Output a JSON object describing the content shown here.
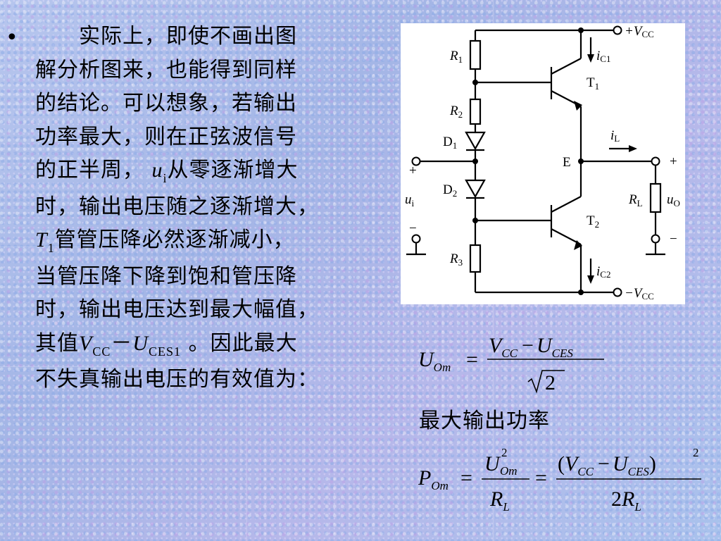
{
  "paragraph": {
    "bullet": "•",
    "lines": [
      "实际上，即使不画出图",
      "解分析图来，也能得到同样",
      "的结论。可以想象，若输出",
      "功率最大，则在正弦波信号"
    ],
    "line5_pre": "的正半周，",
    "line5_var": "u",
    "line5_sub": "i",
    "line5_post": "从零逐渐增大",
    "line6": "时，输出电压随之逐渐增大，",
    "line7_var": "T",
    "line7_sub": "1",
    "line7_post": "管管压降必然逐渐减小，",
    "line8": "当管压降下降到饱和管压降",
    "line9": "时，输出电压达到最大幅值，",
    "line10_pre": "其值",
    "line10_v": "V",
    "line10_vsub": "CC",
    "line10_minus": "－",
    "line10_u": "U",
    "line10_usub": "CES1",
    "line10_post": " 。因此最大",
    "line11": "不失真输出电压的有效值为："
  },
  "circuit": {
    "vcc_pos": "+V",
    "vcc_pos_sub": "CC",
    "vcc_neg": "−V",
    "vcc_neg_sub": "CC",
    "ic1": "i",
    "ic1_sub": "C1",
    "ic2": "i",
    "ic2_sub": "C2",
    "t1": "T",
    "t1_sub": "1",
    "t2": "T",
    "t2_sub": "2",
    "r1": "R",
    "r1_sub": "1",
    "r2": "R",
    "r2_sub": "2",
    "r3": "R",
    "r3_sub": "3",
    "d1": "D",
    "d1_sub": "1",
    "d2": "D",
    "d2_sub": "2",
    "e": "E",
    "il": "i",
    "il_sub": "L",
    "rl": "R",
    "rl_sub": "L",
    "uo": "u",
    "uo_sub": "O",
    "ui": "u",
    "ui_sub": "i",
    "plus": "+",
    "minus": "−",
    "in_minus": "−"
  },
  "formula1": {
    "lhs": "U",
    "lhs_sub": "Om",
    "eq": "=",
    "num_v": "V",
    "num_vsub": "CC",
    "num_minus": "−",
    "num_u": "U",
    "num_usub": "CES",
    "den": "2"
  },
  "caption": "最大输出功率",
  "formula2": {
    "lhs": "P",
    "lhs_sub": "Om",
    "eq1": "=",
    "f1_num": "U",
    "f1_num_sup": "2",
    "f1_num_sub": "Om",
    "f1_den": "R",
    "f1_den_sub": "L",
    "eq2": "=",
    "f2_open": "(",
    "f2_v": "V",
    "f2_vsub": "CC",
    "f2_minus": "−",
    "f2_u": "U",
    "f2_usub": "CES",
    "f2_close": ")",
    "f2_sup": "2",
    "f2_den_coef": "2",
    "f2_den": "R",
    "f2_den_sub": "L"
  }
}
